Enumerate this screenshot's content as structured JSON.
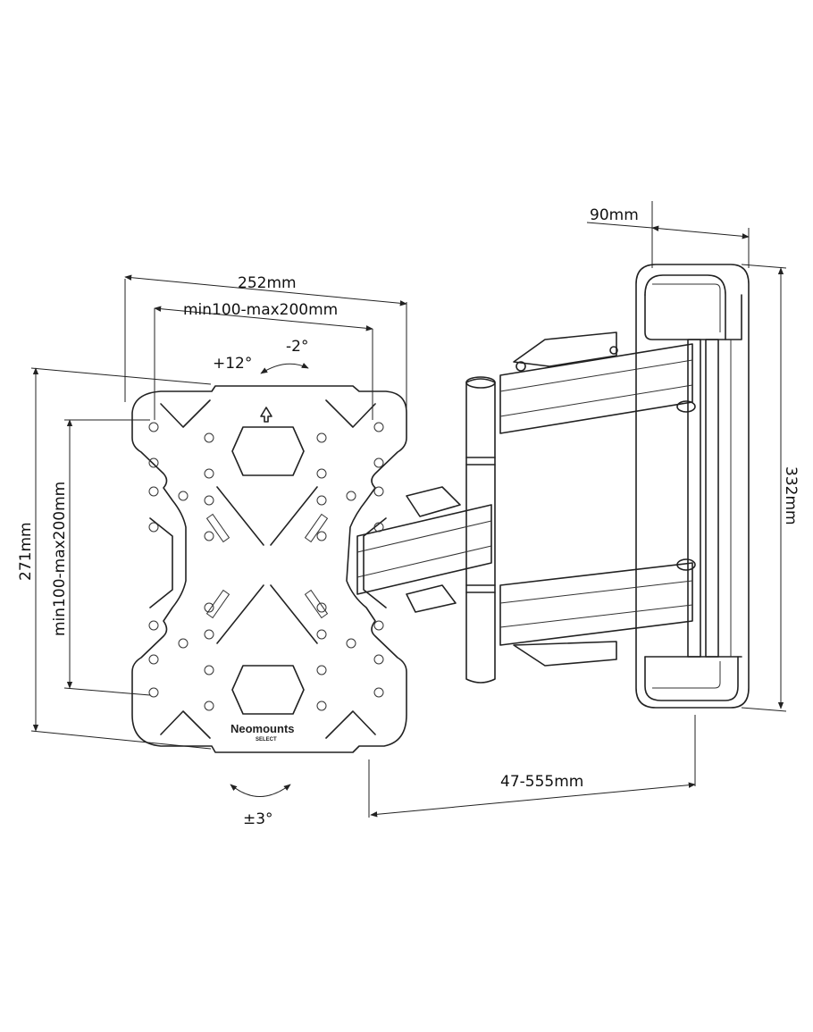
{
  "dimensions": {
    "plate_width": "252mm",
    "vesa_horizontal": "min100-max200mm",
    "plate_height": "271mm",
    "vesa_vertical": "min100-max200mm",
    "wall_plate_height": "332mm",
    "wall_plate_depth": "90mm",
    "arm_extension": "47-555mm"
  },
  "angles": {
    "tilt_up": "+12°",
    "tilt_down": "-2°",
    "rotation": "±3°"
  },
  "brand": {
    "name": "Neomounts",
    "sub": "SELECT"
  }
}
